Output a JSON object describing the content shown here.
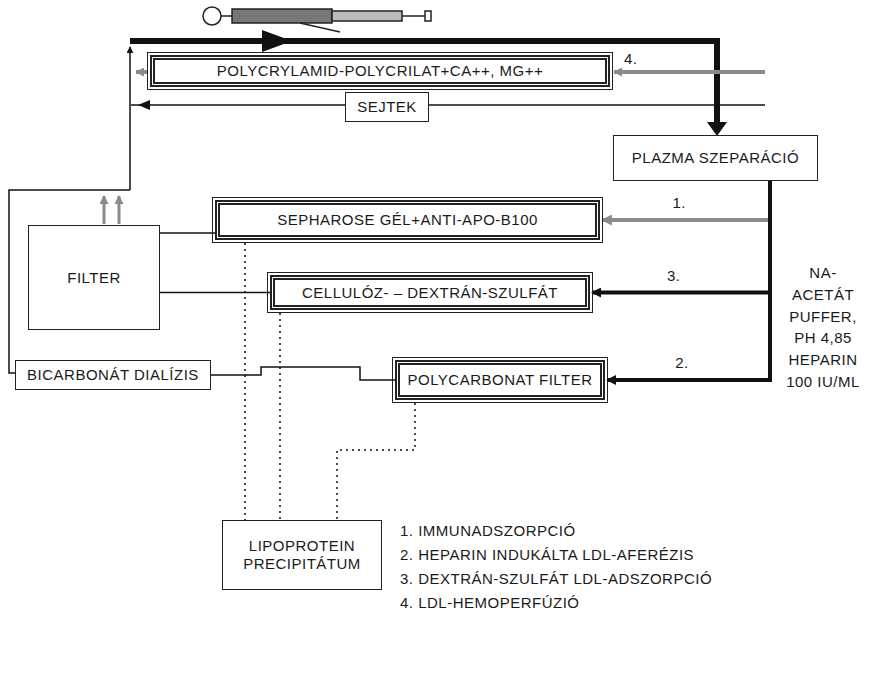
{
  "diagram": {
    "nodes": [
      {
        "text": [
          "POLYCRYLAMID-POLYCRILAT+CA++, MG++"
        ]
      },
      {
        "text": [
          "SEJTEK"
        ]
      },
      {
        "text": [
          "PLAZMA SZEPARÁCIÓ"
        ]
      },
      {
        "text": [
          "SEPHAROSE GÉL+ANTI-APO-B100"
        ]
      },
      {
        "text": [
          "FILTER"
        ]
      },
      {
        "text": [
          "CELLULÓZ- – DEXTRÁN-SZULFÁT"
        ]
      },
      {
        "text": [
          "BICARBONÁT DIALÍZIS"
        ]
      },
      {
        "text": [
          "POLYCARBONAT FILTER"
        ]
      },
      {
        "text": [
          "LIPOPROTEIN PRECIPITÁTUM"
        ]
      }
    ],
    "edges": [
      {
        "from": 2,
        "to": 3,
        "arrow": "to",
        "label": "1."
      },
      {
        "from": 2,
        "to": 5,
        "arrow": "to",
        "label": "3."
      },
      {
        "from": 2,
        "to": 7,
        "arrow": "to",
        "label": "2."
      },
      {
        "from": 3,
        "to": 4,
        "arrow": "none"
      },
      {
        "from": 5,
        "to": 4,
        "arrow": "none"
      },
      {
        "from": 7,
        "to": 6,
        "arrow": "none"
      },
      {
        "from": 3,
        "to": 8,
        "arrow": "none"
      },
      {
        "from": 5,
        "to": 8,
        "arrow": "none"
      },
      {
        "from": 7,
        "to": 8,
        "arrow": "none"
      }
    ],
    "labels": [
      "4.",
      "NA-ACETÁT PUFFER, PH 4,85 HEPARIN 100 IU/ML",
      "1. IMMUNADSZORPCIÓ",
      "2. HEPARIN INDUKÁLTA LDL-AFERÉZIS",
      "3. DEXTRÁN-SZULFÁT LDL-ADSZORPCIÓ",
      "4. LDL-HEMOPERFÚZIÓ"
    ]
  }
}
